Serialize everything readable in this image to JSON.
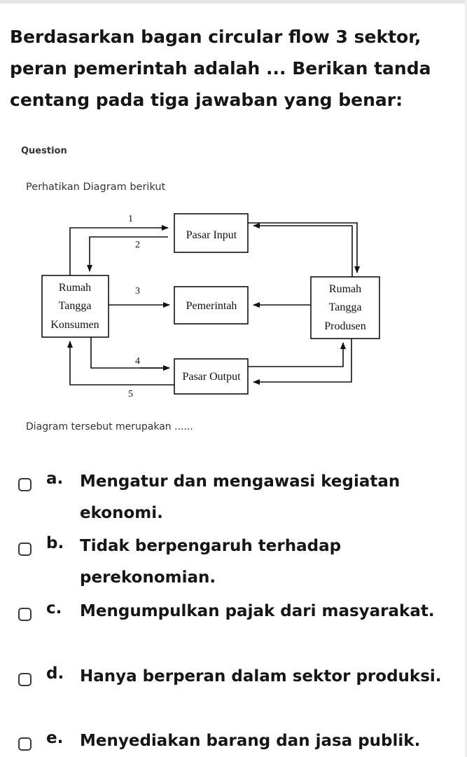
{
  "question": {
    "text": "Berdasarkan bagan circular flow 3 sektor, peran pemerintah adalah ... Berikan tanda centang pada tiga jawaban yang benar:"
  },
  "image": {
    "section_label": "Question",
    "instruction": "Perhatikan Diagram berikut",
    "caption": "Diagram tersebut merupakan ......"
  },
  "diagram": {
    "nodes": {
      "pasar_input": "Pasar Input",
      "pemerintah": "Pemerintah",
      "pasar_output": "Pasar Output",
      "rt_konsumen": [
        "Rumah",
        "Tangga",
        "Konsumen"
      ],
      "rt_produsen": [
        "Rumah",
        "Tangga",
        "Produsen"
      ]
    },
    "flow_numbers": [
      "1",
      "2",
      "3",
      "4",
      "5"
    ]
  },
  "options": [
    {
      "letter": "a.",
      "text": "Mengatur dan mengawasi kegiatan ekonomi."
    },
    {
      "letter": "b.",
      "text": "Tidak berpengaruh terhadap perekonomian."
    },
    {
      "letter": "c.",
      "text": "Mengumpulkan pajak dari masyarakat."
    },
    {
      "letter": "d.",
      "text": "Hanya berperan dalam sektor produksi."
    },
    {
      "letter": "e.",
      "text": "Menyediakan barang dan jasa publik."
    }
  ]
}
